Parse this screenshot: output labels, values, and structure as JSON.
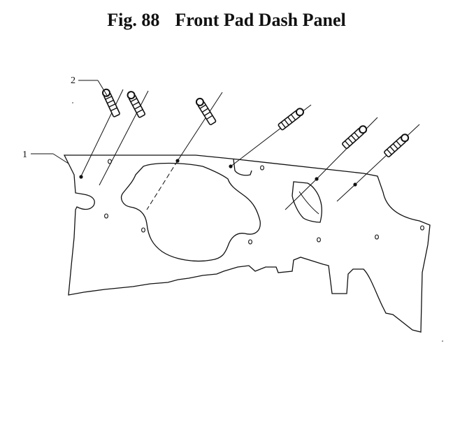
{
  "figure": {
    "number": "Fig. 88",
    "title": "Front Pad Dash Panel"
  },
  "callouts": [
    {
      "id": "1",
      "label": "1"
    },
    {
      "id": "2",
      "label": "2"
    }
  ],
  "parts": {
    "clip_count": 6
  }
}
